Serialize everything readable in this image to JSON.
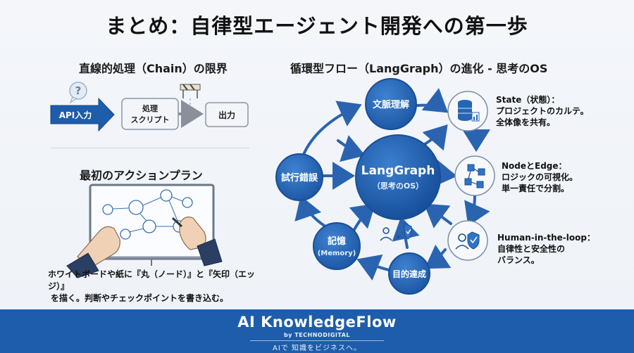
{
  "title": "まとめ：自律型エージェント開発への第一歩",
  "left_top": {
    "heading": "直線的処理（Chain）の限界",
    "input_label": "API入力",
    "script_line1": "処理",
    "script_line2": "スクリプト",
    "output_label": "出力",
    "question_mark": "?"
  },
  "left_bottom": {
    "heading": "最初のアクションプラン",
    "caption_line1": "ホワイトボードや紙に『丸（ノード）』と『矢印（エッジ）』",
    "caption_line2": "を描く。判断やチェックポイントを書き込む。"
  },
  "right": {
    "heading": "循環型フロー（LangGraph）の進化 - 思考のOS",
    "center_title": "LangGraph",
    "center_sub": "（思考のOS）",
    "nodes": {
      "context": "文脈理解",
      "trial": "試行錯誤",
      "memory": "記憶",
      "memory_sub": "(Memory)",
      "goal": "目的達成"
    },
    "labels": {
      "state_line1": "State（状態）：",
      "state_line2": "プロジェクトのカルテ。",
      "state_line3": "全体像を共有。",
      "node_line1": "NodeとEdge：",
      "node_line2": "ロジックの可視化。",
      "node_line3": "単一責任で分割。",
      "human_line1": "Human-in-the-loop：",
      "human_line2": "自律性と安全性の",
      "human_line3": "バランス。"
    }
  },
  "footer": {
    "brand": "AI KnowledgeFlow",
    "by": "by TECHNODIGITAL",
    "slogan": "AIで 知識をビジネスへ。"
  },
  "colors": {
    "primary": "#1d5dab",
    "node_fill": "#2466b5",
    "arrow": "#2a64b0",
    "footer": "#1d5dab"
  }
}
